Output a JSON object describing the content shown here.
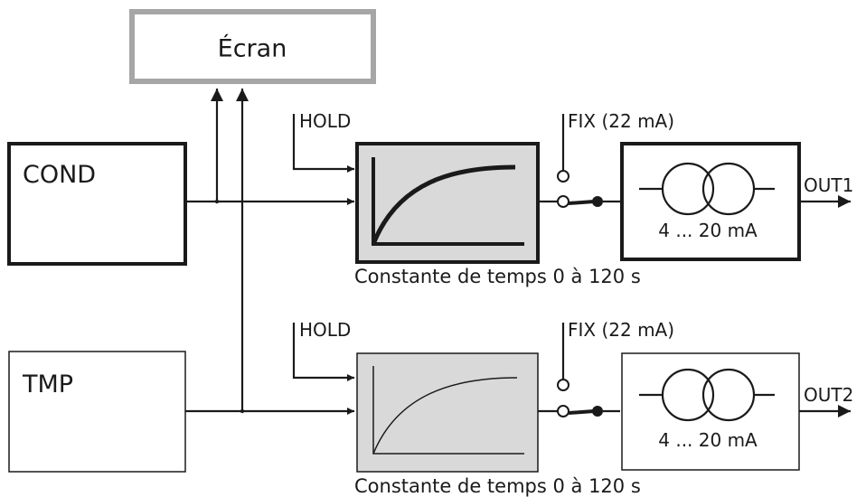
{
  "display": {
    "label": "Écran"
  },
  "inputs": {
    "cond": {
      "label": "COND"
    },
    "tmp": {
      "label": "TMP"
    }
  },
  "channels": [
    {
      "hold_label": "HOLD",
      "fix_label": "FIX (22 mA)",
      "filter_caption": "Constante de temps 0 à 120 s",
      "range_label": "4 ... 20 mA",
      "output_label": "OUT1"
    },
    {
      "hold_label": "HOLD",
      "fix_label": "FIX (22 mA)",
      "filter_caption": "Constante de temps 0 à 120 s",
      "range_label": "4 ... 20 mA",
      "output_label": "OUT2"
    }
  ],
  "colors": {
    "line": "#1a1a1a",
    "display_border": "#a6a6a6",
    "filter_fill": "#d9d9d9"
  },
  "icons": {
    "filter": "exponential-response-curve-icon",
    "output": "current-transformer-icon",
    "switch": "changeover-switch-icon"
  }
}
